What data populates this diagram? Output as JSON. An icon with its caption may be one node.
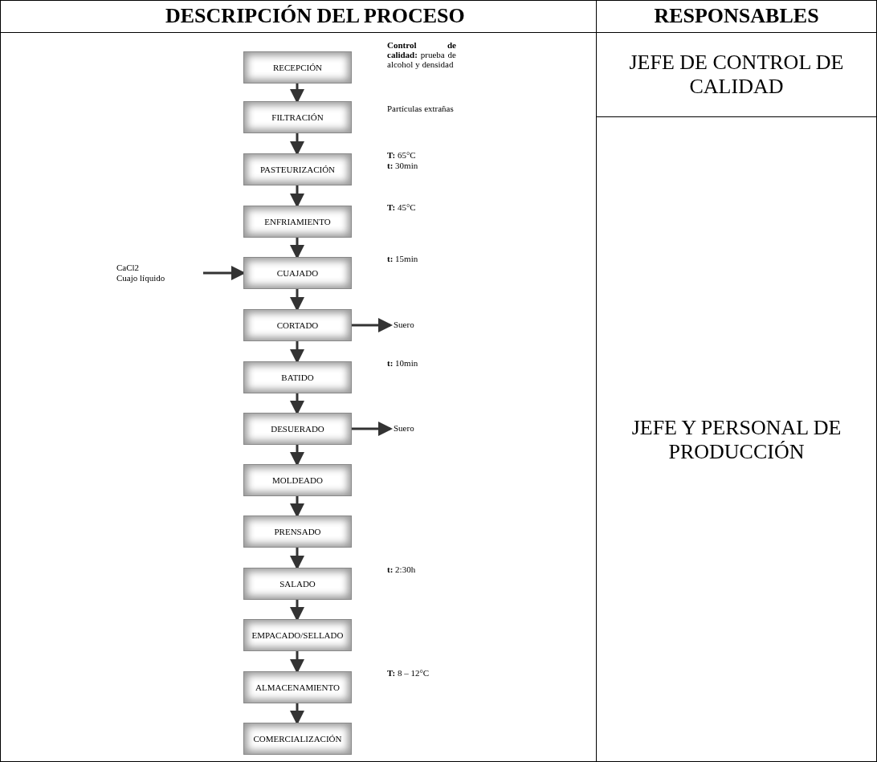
{
  "diagram": {
    "nodes": [
      {
        "text": [
          "RECEPCIÓN"
        ],
        "beside": [
          "**Control de calidad:** prueba de alcohol y densidad"
        ]
      },
      {
        "text": [
          "FILTRACIÓN"
        ],
        "beside": [
          "Partículas extrañas"
        ]
      },
      {
        "text": [
          "PASTEURIZACIÓN"
        ],
        "beside": [
          "**T:** 65°C",
          "**t:** 30min"
        ]
      },
      {
        "text": [
          "ENFRIAMIENTO"
        ],
        "beside": [
          "**T:** 45°C"
        ]
      },
      {
        "text": [
          "CUAJADO"
        ],
        "beside": [
          "**t:** 15min"
        ]
      },
      {
        "text": [
          "CORTADO"
        ]
      },
      {
        "text": [
          "BATIDO"
        ],
        "beside": [
          "**t:** 10min"
        ]
      },
      {
        "text": [
          "DESUERADO"
        ]
      },
      {
        "text": [
          "MOLDEADO"
        ]
      },
      {
        "text": [
          "PRENSADO"
        ]
      },
      {
        "text": [
          "SALADO"
        ],
        "beside": [
          "**t:** 2:30h"
        ]
      },
      {
        "text": [
          "EMPACADO/SELLADO"
        ]
      },
      {
        "text": [
          "ALMACENAMIENTO"
        ],
        "beside": [
          "**T:** 8 – 12°C"
        ]
      },
      {
        "text": [
          "COMERCIALIZACIÓN"
        ]
      },
      {
        "text": [
          "CaCl2",
          "Cuajo líquido"
        ]
      },
      {
        "text": [
          "Suero"
        ]
      },
      {
        "text": [
          "Suero"
        ]
      }
    ],
    "edges": [
      {
        "from": 0,
        "to": 1,
        "arrow": "to"
      },
      {
        "from": 1,
        "to": 2,
        "arrow": "to"
      },
      {
        "from": 2,
        "to": 3,
        "arrow": "to"
      },
      {
        "from": 3,
        "to": 4,
        "arrow": "to"
      },
      {
        "from": 4,
        "to": 5,
        "arrow": "to"
      },
      {
        "from": 5,
        "to": 6,
        "arrow": "to"
      },
      {
        "from": 6,
        "to": 7,
        "arrow": "to"
      },
      {
        "from": 7,
        "to": 8,
        "arrow": "to"
      },
      {
        "from": 8,
        "to": 9,
        "arrow": "to"
      },
      {
        "from": 9,
        "to": 10,
        "arrow": "to"
      },
      {
        "from": 10,
        "to": 11,
        "arrow": "to"
      },
      {
        "from": 11,
        "to": 12,
        "arrow": "to"
      },
      {
        "from": 12,
        "to": 13,
        "arrow": "to"
      },
      {
        "from": 14,
        "to": 4,
        "arrow": "to"
      },
      {
        "from": 5,
        "to": 15,
        "arrow": "to"
      },
      {
        "from": 7,
        "to": 16,
        "arrow": "to"
      }
    ],
    "labels": [
      "DESCRIPCIÓN DEL PROCESO",
      "RESPONSABLES",
      "JEFE DE CONTROL DE CALIDAD",
      "JEFE Y PERSONAL DE PRODUCCIÓN"
    ]
  }
}
